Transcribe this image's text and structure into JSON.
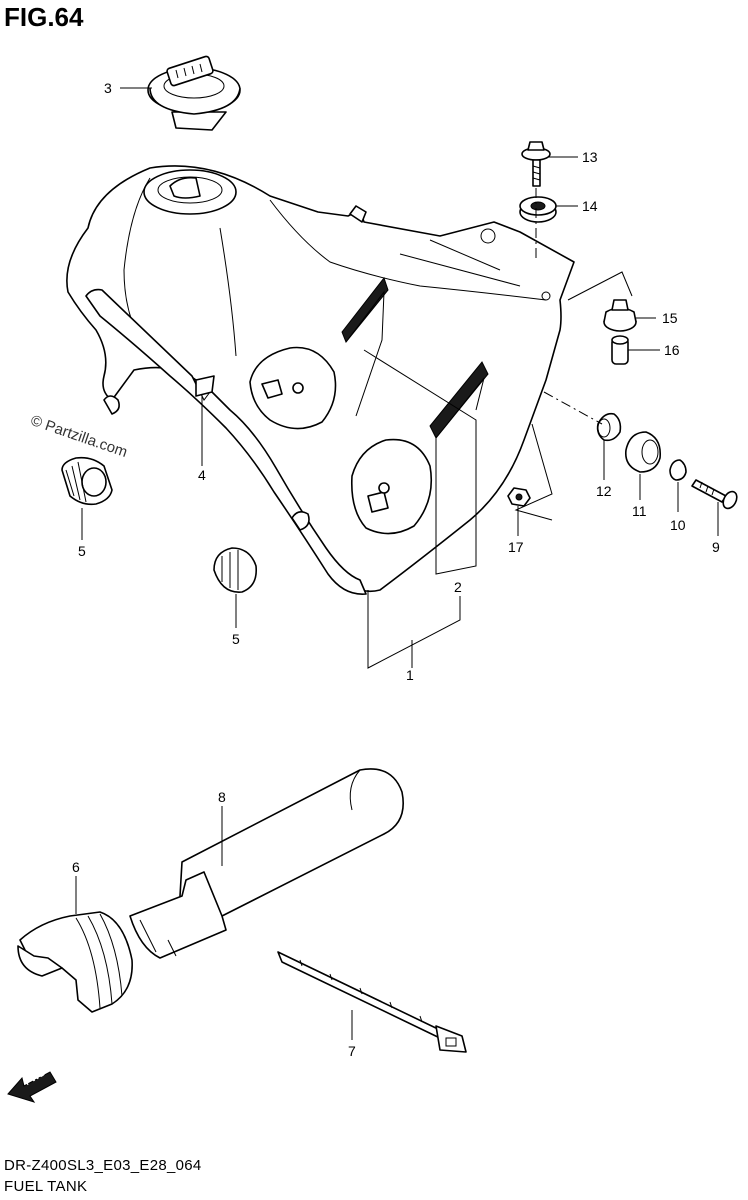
{
  "figure": {
    "title": "FIG.64",
    "watermark": "© Partzilla.com",
    "model_code": "DR-Z400SL3_E03_E28_064",
    "caption": "FUEL TANK",
    "fwd_label": "FWD"
  },
  "callouts": [
    {
      "id": "c1",
      "label": "1"
    },
    {
      "id": "c2",
      "label": "2"
    },
    {
      "id": "c3",
      "label": "3"
    },
    {
      "id": "c4",
      "label": "4"
    },
    {
      "id": "c5a",
      "label": "5"
    },
    {
      "id": "c5b",
      "label": "5"
    },
    {
      "id": "c6",
      "label": "6"
    },
    {
      "id": "c7",
      "label": "7"
    },
    {
      "id": "c8",
      "label": "8"
    },
    {
      "id": "c9",
      "label": "9"
    },
    {
      "id": "c10",
      "label": "10"
    },
    {
      "id": "c11",
      "label": "11"
    },
    {
      "id": "c12",
      "label": "12"
    },
    {
      "id": "c13",
      "label": "13"
    },
    {
      "id": "c14",
      "label": "14"
    },
    {
      "id": "c15",
      "label": "15"
    },
    {
      "id": "c16",
      "label": "16"
    },
    {
      "id": "c17",
      "label": "17"
    }
  ]
}
